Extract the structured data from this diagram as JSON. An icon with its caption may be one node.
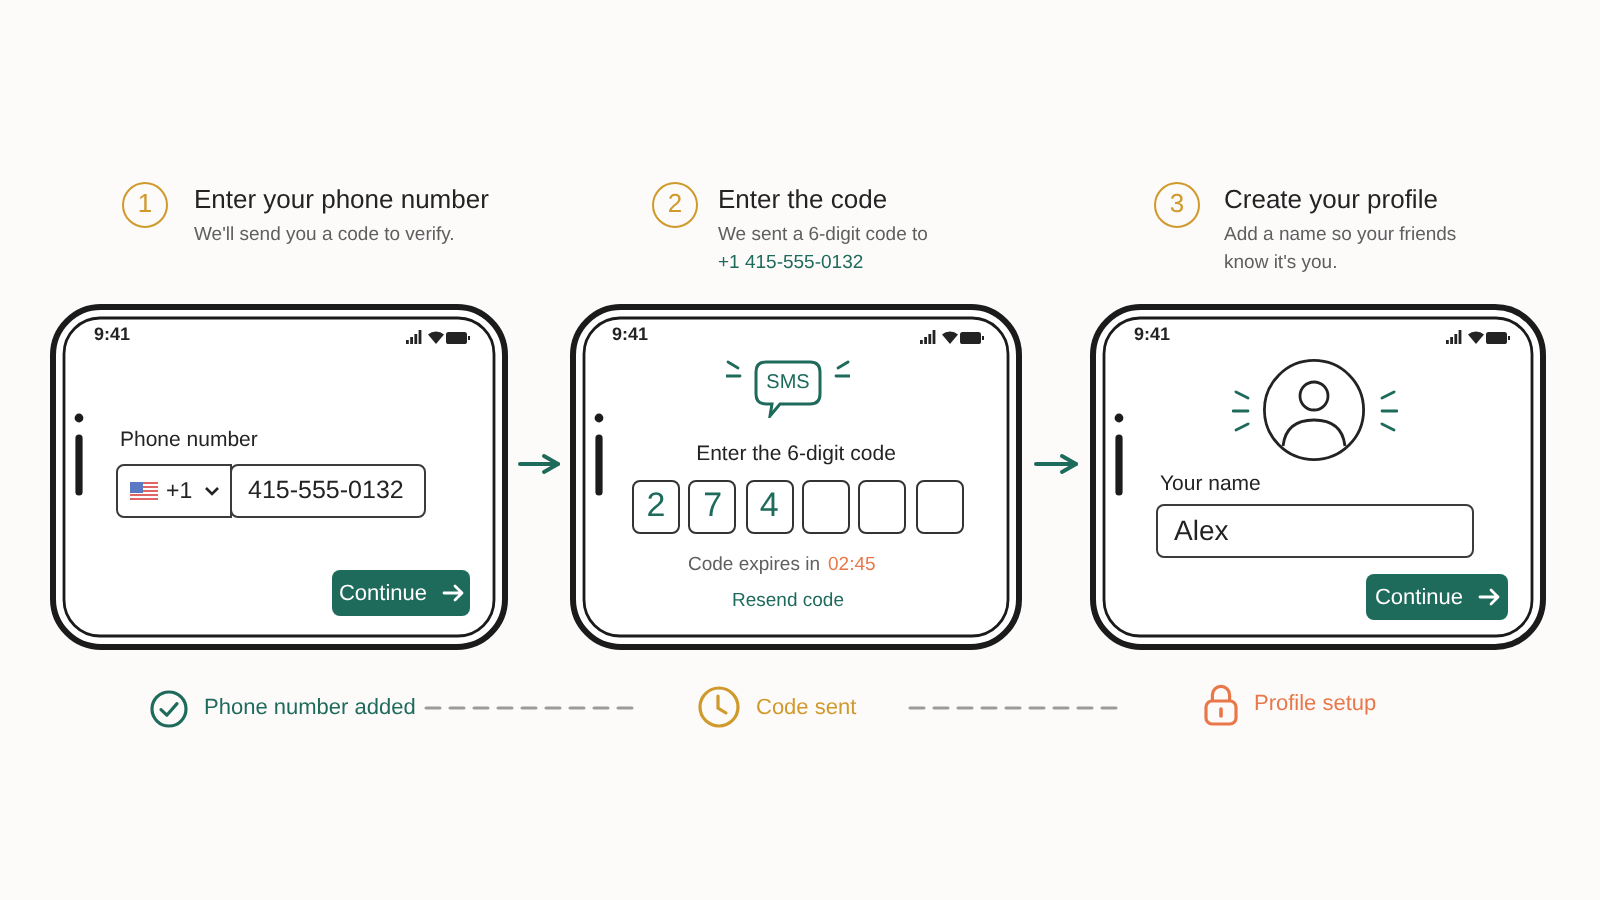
{
  "diagram": {
    "nodes": [
      {
        "text": [
          "Enter your phone number",
          "We'll send you a code to verify."
        ],
        "beside": [
          "1"
        ]
      },
      {
        "text": [
          "+1"
        ],
        "in": 0
      },
      {
        "text": [
          "415-555-0132"
        ],
        "in": 0
      },
      {
        "text": [
          "Continue"
        ],
        "in": 0
      },
      {
        "text": [
          "Enter the code",
          "We sent a 6-digit code to",
          "+1 415-555-0132"
        ],
        "beside": [
          "2"
        ]
      },
      {
        "text": [
          "SMS"
        ],
        "in": 4
      },
      {
        "text": [
          "2"
        ],
        "in": 4
      },
      {
        "text": [
          "7"
        ],
        "in": 4
      },
      {
        "text": [
          "4"
        ],
        "in": 4
      },
      {
        "text": [],
        "shape": "box",
        "in": 4
      },
      {
        "text": [],
        "shape": "box",
        "in": 4
      },
      {
        "text": [],
        "shape": "box",
        "in": 4
      },
      {
        "text": [
          "Create your profile",
          "Add a name so your friends know it's you."
        ],
        "beside": [
          "3"
        ]
      },
      {
        "text": [
          "Alex"
        ],
        "in": 12,
        "beside": [
          "Your name"
        ]
      },
      {
        "text": [
          "Continue"
        ],
        "in": 12
      },
      {
        "text": [
          "Phone number added"
        ]
      },
      {
        "text": [
          "Code sent"
        ]
      },
      {
        "text": [
          "Profile setup"
        ]
      }
    ],
    "edges": [
      {
        "from": 0,
        "to": 4,
        "arrow": "to"
      },
      {
        "from": 4,
        "to": 12,
        "arrow": "to"
      },
      {
        "from": 15,
        "to": 16,
        "arrow": "none",
        "style": "dashed",
        "color": "#9b9b9b"
      },
      {
        "from": 16,
        "to": 17,
        "arrow": "none",
        "style": "dashed",
        "color": "#9b9b9b"
      }
    ],
    "labels": [
      "9:41",
      "Phone number",
      "9:41",
      "Enter the 6-digit code",
      "Code expires in",
      "02:45",
      "Resend code",
      "9:41"
    ]
  }
}
